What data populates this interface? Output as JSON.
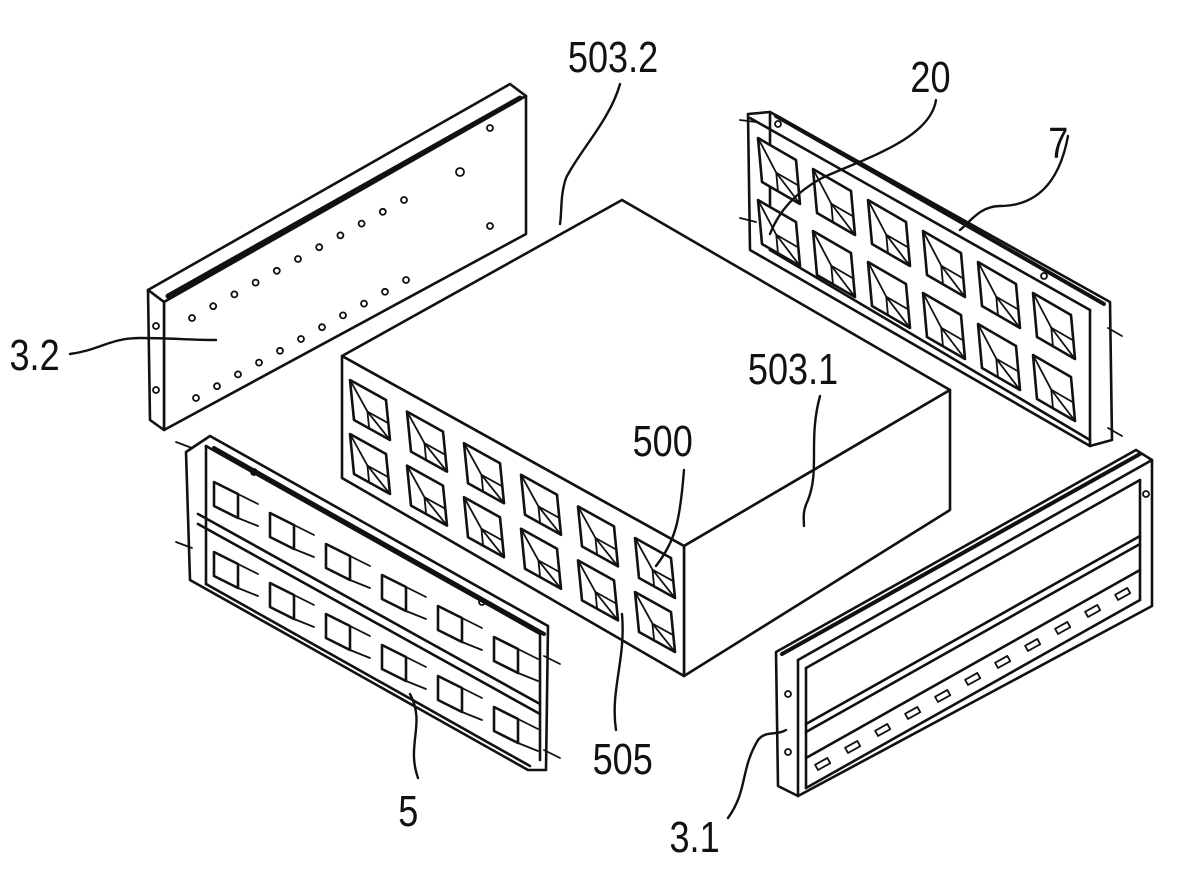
{
  "labels": {
    "mold_block": "503.2",
    "mold_block_side": "503.1",
    "top_right_ref": "20",
    "side_panel_right": "7",
    "back_panel": "3.2",
    "front_cavity": "500",
    "front_face": "505",
    "side_panel_left": "5",
    "front_panel": "3.1"
  }
}
